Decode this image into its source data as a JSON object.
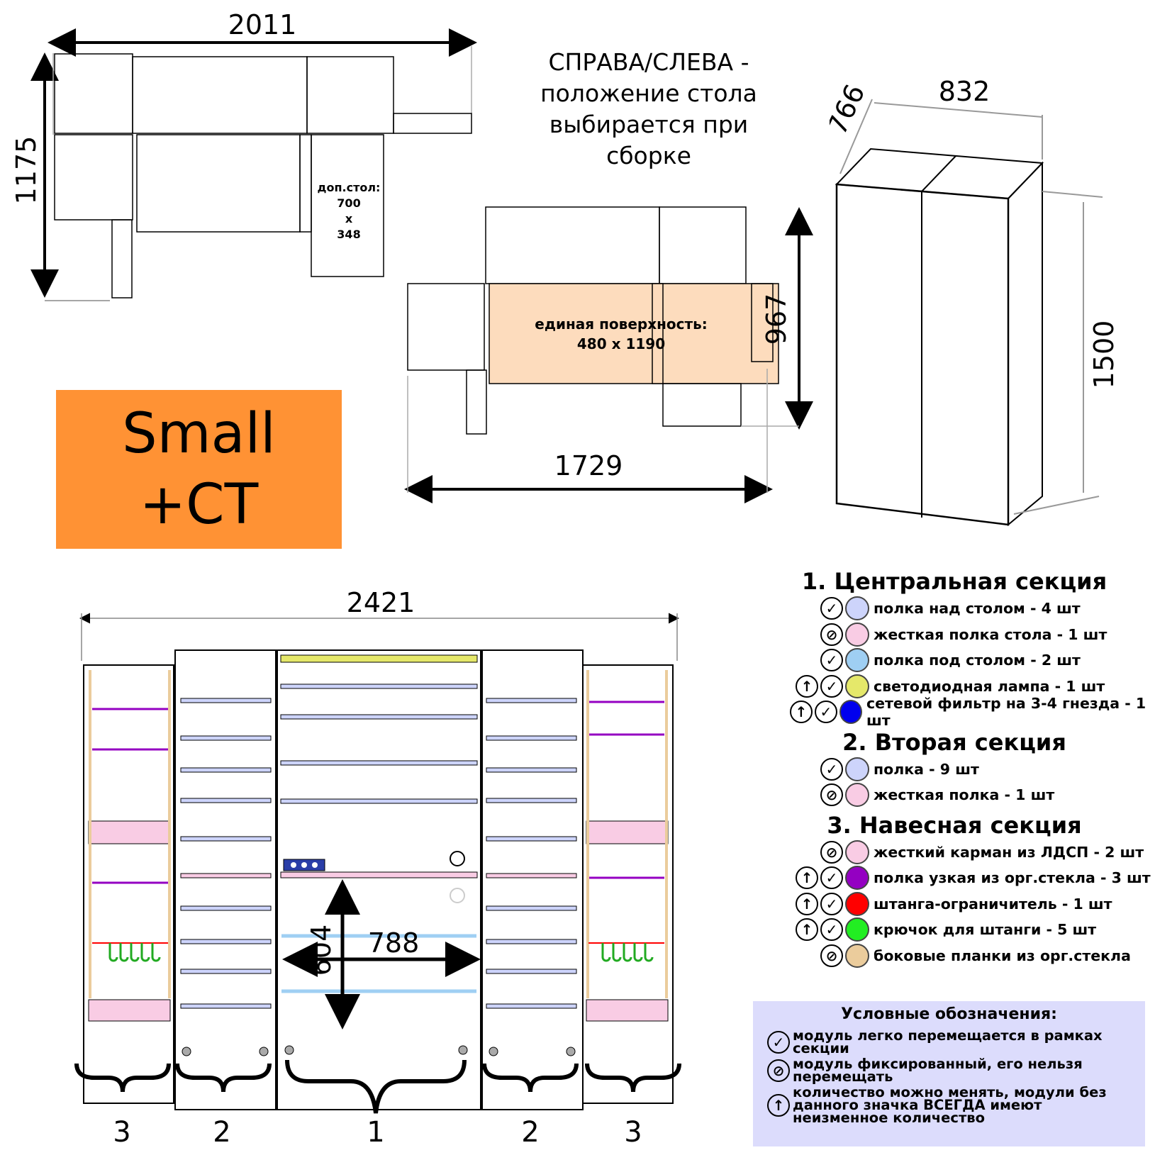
{
  "top_plan": {
    "width": "2011",
    "height": "1175",
    "extra_table": "доп.стол:\n700\nx\n348"
  },
  "middle_plan": {
    "width": "1729",
    "height": "967",
    "surface": "единая поверхность:\n480 x 1190"
  },
  "wardrobe": {
    "width": "832",
    "depth": "766",
    "height": "1500"
  },
  "note": "СПРАВА/СЛЕВА -\nположение стола\nвыбирается при\nсборке",
  "badge": {
    "line1": "Small",
    "line2": "+CT"
  },
  "front": {
    "width": "2421",
    "inner_width": "788",
    "inner_height": "604",
    "section_numbers": [
      "3",
      "2",
      "1",
      "2",
      "3"
    ]
  },
  "legend": {
    "sections": [
      {
        "title": "1. Центральная секция",
        "items": [
          {
            "icons": [
              "check"
            ],
            "color": "#cdd4fb",
            "text": "полка над столом - 4 шт"
          },
          {
            "icons": [
              "ban"
            ],
            "color": "#f9cce4",
            "text": "жесткая полка стола - 1 шт"
          },
          {
            "icons": [
              "check"
            ],
            "color": "#9fcff3",
            "text": "полка под столом - 2 шт"
          },
          {
            "icons": [
              "up",
              "check"
            ],
            "color": "#e5e86a",
            "text": "светодиодная лампа - 1 шт"
          },
          {
            "icons": [
              "up",
              "check"
            ],
            "color": "#0000ee",
            "text": "сетевой фильтр на 3-4 гнезда - 1 шт"
          }
        ]
      },
      {
        "title": "2. Вторая секция",
        "items": [
          {
            "icons": [
              "check"
            ],
            "color": "#cdd4fb",
            "text": "полка - 9 шт"
          },
          {
            "icons": [
              "ban"
            ],
            "color": "#f9cce4",
            "text": "жесткая полка - 1 шт"
          }
        ]
      },
      {
        "title": "3. Навесная секция",
        "items": [
          {
            "icons": [
              "ban"
            ],
            "color": "#f9cce4",
            "text": "жесткий карман из ЛДСП - 2 шт"
          },
          {
            "icons": [
              "up",
              "check"
            ],
            "color": "#9400c2",
            "text": "полка узкая из орг.стекла - 3 шт"
          },
          {
            "icons": [
              "up",
              "check"
            ],
            "color": "#ff0000",
            "text": "штанга-ограничитель - 1 шт"
          },
          {
            "icons": [
              "up",
              "check"
            ],
            "color": "#22ee22",
            "text": "крючок для штанги - 5 шт"
          },
          {
            "icons": [
              "ban"
            ],
            "color": "#ebcc9c",
            "text": "боковые планки из орг.стекла"
          }
        ]
      }
    ]
  },
  "conventions": {
    "title": "Условные обозначения:",
    "items": [
      {
        "icon": "check",
        "text": "модуль легко перемещается в рамках\nсекции"
      },
      {
        "icon": "ban",
        "text": "модуль фиксированный, его нельзя\nперемещать"
      },
      {
        "icon": "up",
        "text": "количество можно менять, модули без\nданного значка ВСЕГДА имеют\nнеизменное количество"
      }
    ]
  },
  "icon_glyphs": {
    "check": "✓",
    "ban": "⃠",
    "up": "↑"
  }
}
